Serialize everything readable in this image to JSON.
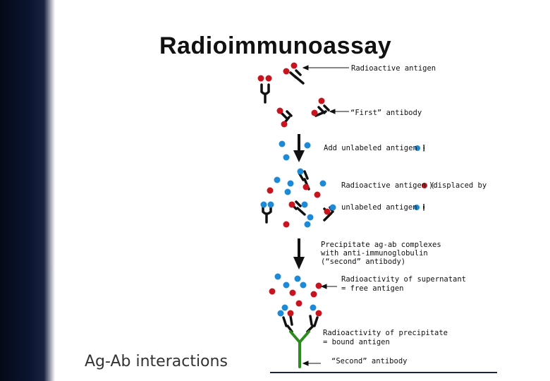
{
  "title": "Radioimmunoassay",
  "footer": "Ag-Ab interactions",
  "labels": {
    "radioactive_antigen": "Radioactive antigen",
    "first_antibody": "“First” antibody",
    "add_unlabeled_a": "Add unlabeled antigen (",
    "add_unlabeled_b": ")",
    "displaced_a": "Radioactive antigen (",
    "displaced_b": ")displaced by",
    "unlabeled_a": "unlabeled antigen (",
    "unlabeled_b": ")",
    "precipitate_1": "Precipitate ag-ab complexes",
    "precipitate_2": "with anti-immunoglobulin",
    "precipitate_3": "(“second” antibody)",
    "supernatant_1": "Radioactivity of supernatant",
    "supernatant_2": "= free antigen",
    "precip_radio_1": "Radioactivity of precipitate",
    "precip_radio_2": "= bound antigen",
    "second_antibody": "“Second” antibody"
  },
  "colors": {
    "radioactive": "#c8141e",
    "unlabeled": "#1e8ad6",
    "second_antibody": "#2e8b1e"
  }
}
